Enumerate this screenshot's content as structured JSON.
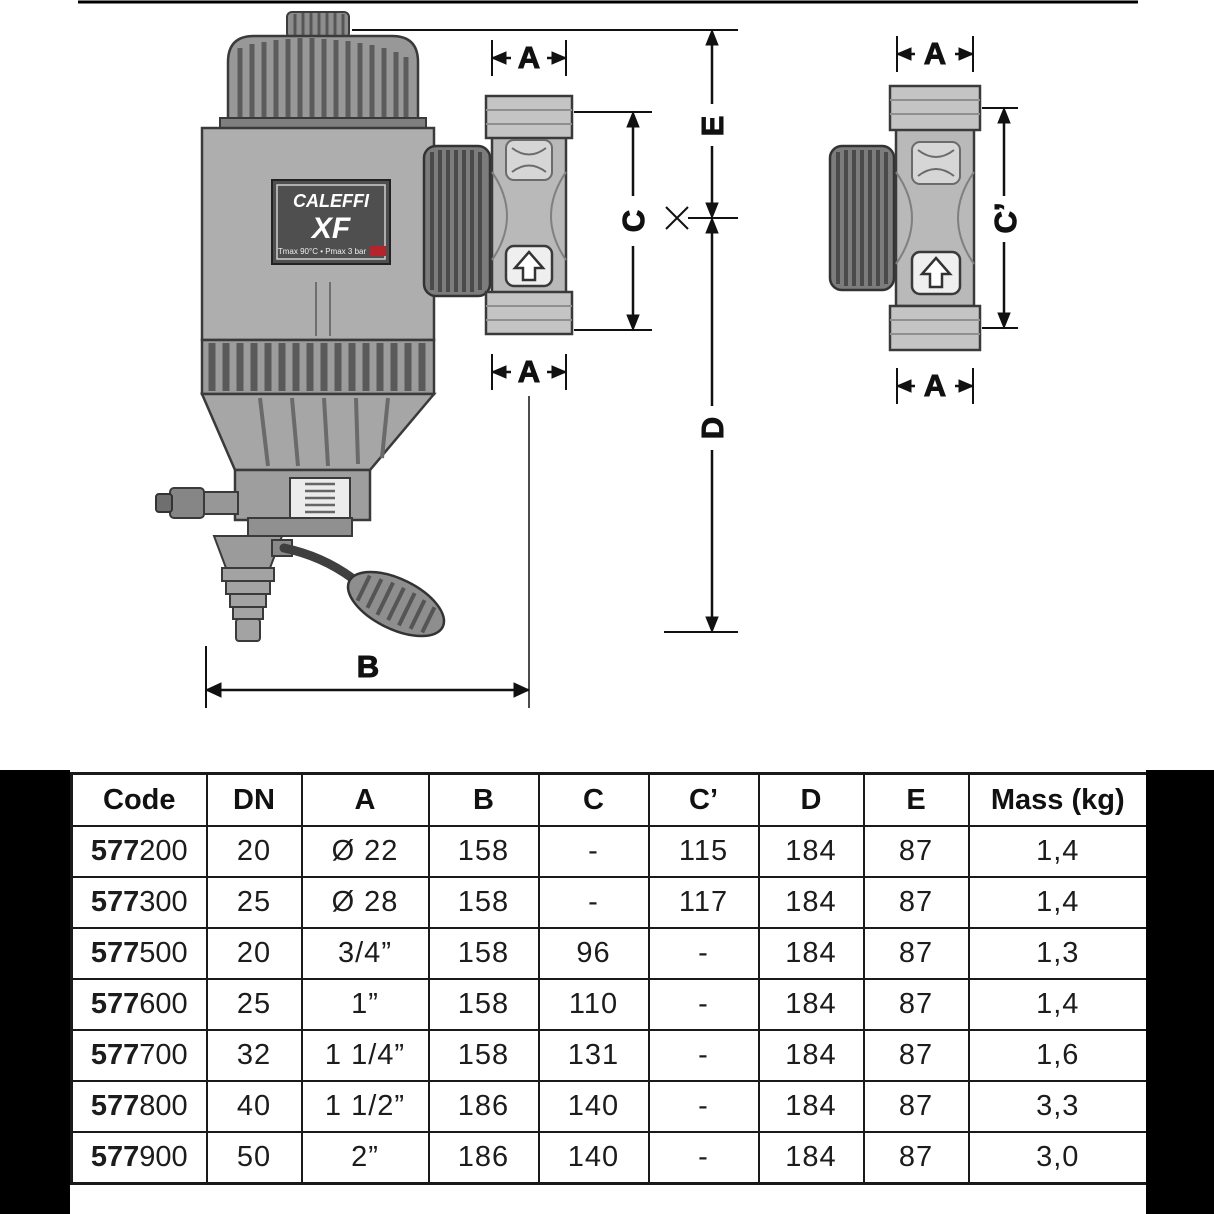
{
  "drawing": {
    "dims": {
      "a": "A",
      "b": "B",
      "c": "C",
      "c_prime": "C’",
      "d": "D",
      "e": "E"
    },
    "nameplate": {
      "brand": "CALEFFI",
      "model": "XF",
      "spec": "Tmax 90°C • Pmax 3 bar"
    }
  },
  "table": {
    "headers": [
      "Code",
      "DN",
      "A",
      "B",
      "C",
      "C’",
      "D",
      "E",
      "Mass (kg)"
    ],
    "rows": [
      {
        "code_prefix": "577",
        "code_suffix": "200",
        "cells": [
          "20",
          "Ø 22",
          "158",
          "-",
          "115",
          "184",
          "87",
          "1,4"
        ]
      },
      {
        "code_prefix": "577",
        "code_suffix": "300",
        "cells": [
          "25",
          "Ø 28",
          "158",
          "-",
          "117",
          "184",
          "87",
          "1,4"
        ]
      },
      {
        "code_prefix": "577",
        "code_suffix": "500",
        "cells": [
          "20",
          "3/4”",
          "158",
          "96",
          "-",
          "184",
          "87",
          "1,3"
        ]
      },
      {
        "code_prefix": "577",
        "code_suffix": "600",
        "cells": [
          "25",
          "1”",
          "158",
          "110",
          "-",
          "184",
          "87",
          "1,4"
        ]
      },
      {
        "code_prefix": "577",
        "code_suffix": "700",
        "cells": [
          "32",
          "1 1/4”",
          "158",
          "131",
          "-",
          "184",
          "87",
          "1,6"
        ]
      },
      {
        "code_prefix": "577",
        "code_suffix": "800",
        "cells": [
          "40",
          "1 1/2”",
          "186",
          "140",
          "-",
          "184",
          "87",
          "3,3"
        ]
      },
      {
        "code_prefix": "577",
        "code_suffix": "900",
        "cells": [
          "50",
          "2”",
          "186",
          "140",
          "-",
          "184",
          "87",
          "3,0"
        ]
      }
    ]
  }
}
